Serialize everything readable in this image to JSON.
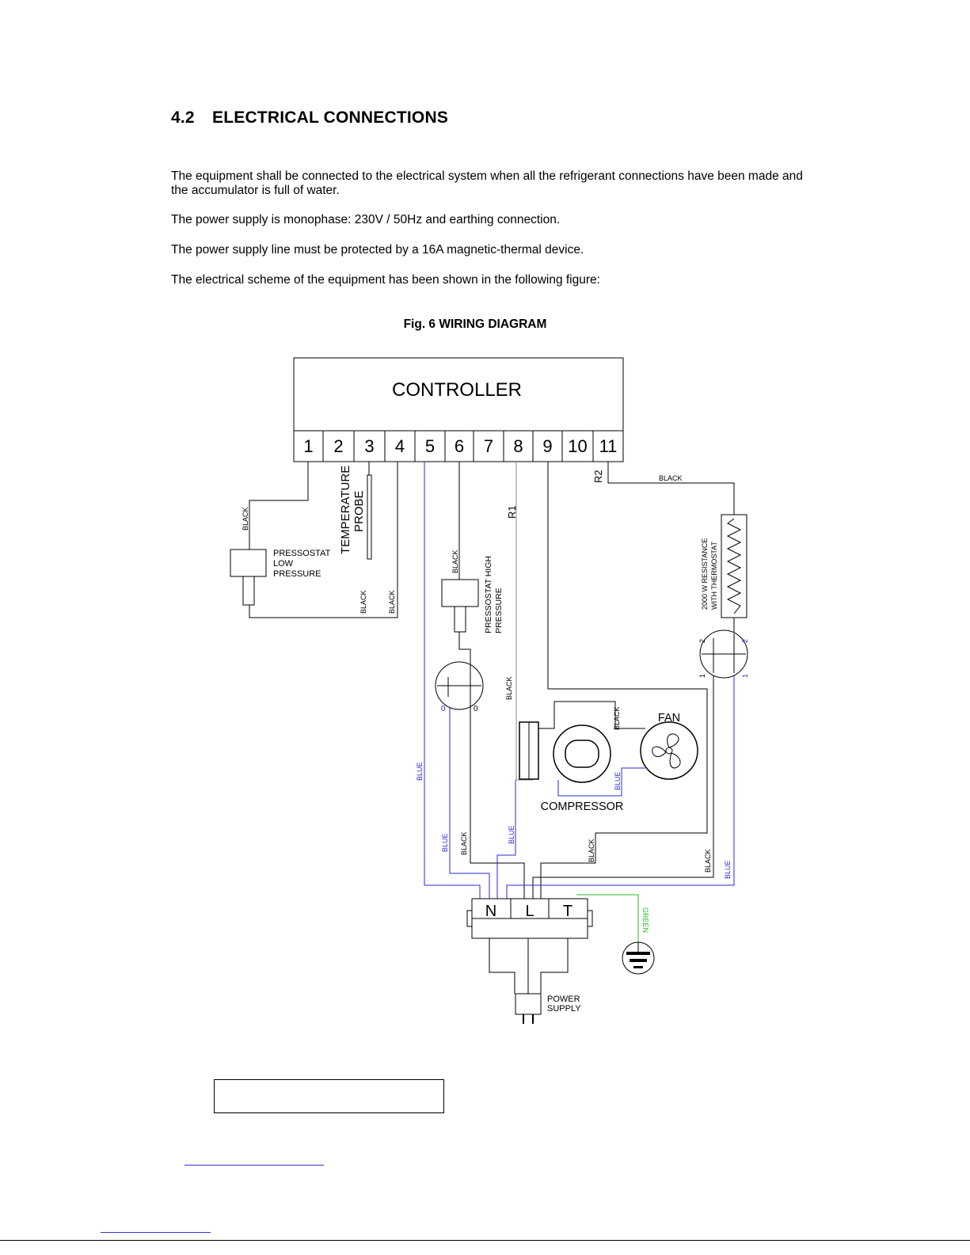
{
  "section": {
    "number": "4.2",
    "title": "ELECTRICAL CONNECTIONS"
  },
  "paragraphs": [
    "The equipment shall be connected to the electrical system when all the refrigerant connections have been made and the accumulator is full of water.",
    "The power supply is monophase: 230V / 50Hz and earthing connection.",
    "The power supply line must be protected by a 16A magnetic-thermal device.",
    "The electrical scheme of the equipment has been shown in the following figure:"
  ],
  "figure": {
    "caption": "Fig. 6 WIRING DIAGRAM",
    "controller": {
      "title": "CONTROLLER",
      "terminals": [
        "1",
        "2",
        "3",
        "4",
        "5",
        "6",
        "7",
        "8",
        "9",
        "10",
        "11"
      ]
    },
    "labels": {
      "temperature_probe_line1": "TEMPERATURE",
      "temperature_probe_line2": "PROBE",
      "pressostat_low_1": "PRESSOSTAT",
      "pressostat_low_2": "LOW",
      "pressostat_low_3": "PRESSURE",
      "pressostat_high_1": "PRESSOSTAT HIGH",
      "pressostat_high_2": "PRESSURE",
      "resistance_1": "2000 W RESISTANCE",
      "resistance_2": "WITH THERMOSTAT",
      "fan": "FAN",
      "compressor": "COMPRESSOR",
      "power_supply_1": "POWER",
      "power_supply_2": "SUPPLY",
      "r1": "R1",
      "r2": "R2"
    },
    "wire_labels": {
      "black": "BLACK",
      "blue": "BLUE",
      "green": "GREEN"
    },
    "pin_numbers": {
      "zero": "0",
      "one": "1",
      "two": "2"
    },
    "terminal_block": [
      "N",
      "L",
      "T"
    ],
    "colors": {
      "black_wire": "#000000",
      "blue_wire": "#2b2bd6",
      "green_wire": "#22bb22",
      "grey_wire": "#888888"
    }
  }
}
